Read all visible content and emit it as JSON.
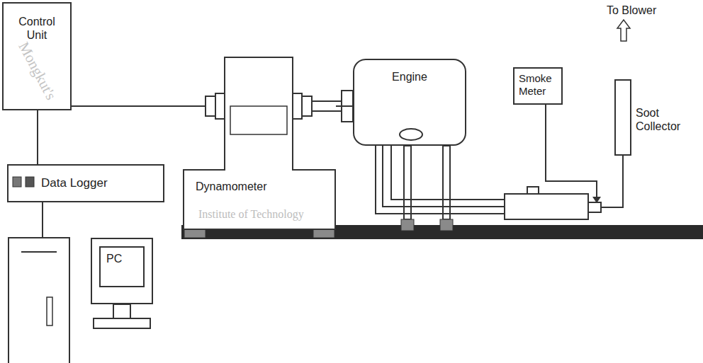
{
  "diagram": {
    "nodes": [
      {
        "text": [
          "Control Unit"
        ]
      },
      {
        "text": [
          "Data Logger"
        ]
      },
      {
        "text": [
          "PC"
        ]
      },
      {
        "text": [
          "Dynamometer"
        ]
      },
      {
        "text": [
          "Engine"
        ]
      },
      {
        "text": [
          "Smoke Meter"
        ]
      },
      {
        "text": [
          "Soot Collector"
        ]
      }
    ],
    "edges": [
      {
        "from": 0,
        "to": 1,
        "arrow": "none"
      },
      {
        "from": 0,
        "to": 3,
        "arrow": "none"
      },
      {
        "from": 3,
        "to": 4,
        "arrow": "none"
      }
    ],
    "labels": [
      "To Blower",
      "Mongkut's",
      "Institute of Technology"
    ]
  }
}
